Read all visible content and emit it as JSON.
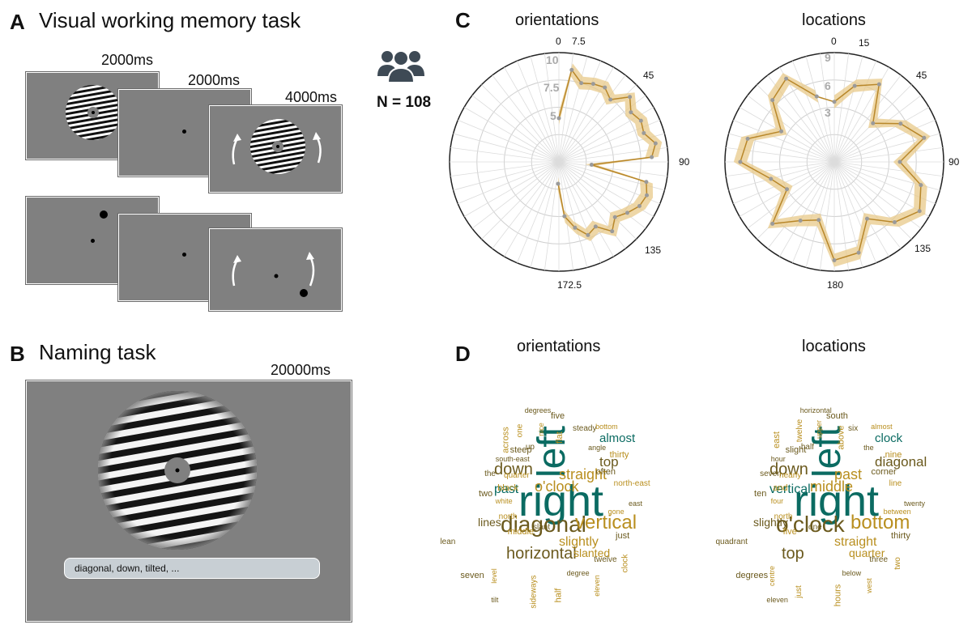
{
  "panel_a": {
    "letter": "A",
    "title": "Visual working memory task",
    "timings": [
      "2000ms",
      "2000ms",
      "4000ms"
    ]
  },
  "participants": {
    "label": "N = 108",
    "icon": "group-of-people-icon"
  },
  "panel_b": {
    "letter": "B",
    "title": "Naming task",
    "timing": "20000ms",
    "response_text": "diagonal, down, tilted, ..."
  },
  "panel_c": {
    "letter": "C",
    "left": {
      "title": "orientations",
      "angle_labels": [
        "0",
        "7.5",
        "45",
        "90",
        "135",
        "172.5"
      ],
      "radial_labels": [
        "10",
        "7.5",
        "5"
      ]
    },
    "right": {
      "title": "locations",
      "angle_labels": [
        "0",
        "15",
        "45",
        "90",
        "135",
        "180"
      ],
      "radial_labels": [
        "9",
        "6",
        "3"
      ]
    }
  },
  "colors": {
    "band": "#e8c98a",
    "line": "#b8872a",
    "point": "#9a9a9a",
    "teal": "#0b6b62",
    "olive": "#6b5a1e",
    "gold": "#b98f1f"
  },
  "panel_d": {
    "letter": "D",
    "left_title": "orientations",
    "right_title": "locations",
    "left_words": [
      "right",
      "left",
      "diagonal",
      "vertical",
      "horizontal",
      "down",
      "straight",
      "o'clock",
      "top",
      "slightly",
      "past",
      "almost",
      "lines",
      "slanted",
      "middle",
      "degrees",
      "clock",
      "two",
      "bottom",
      "slant",
      "across",
      "east",
      "north",
      "five",
      "eleven",
      "the",
      "thirty",
      "tilt",
      "one",
      "just",
      "white",
      "steady",
      "half",
      "south-east",
      "north-east",
      "seven",
      "nice",
      "twelve",
      "black",
      "angle",
      "sideways",
      "steep",
      "gone",
      "lean",
      "flat",
      "degree",
      "quarter",
      "often",
      "level",
      "up"
    ],
    "right_words": [
      "right",
      "left",
      "o'clock",
      "bottom",
      "top",
      "down",
      "past",
      "middle",
      "diagonal",
      "straight",
      "vertical",
      "clock",
      "slightly",
      "quarter",
      "five",
      "horizontal",
      "two",
      "ten",
      "almost",
      "one",
      "east",
      "twenty",
      "north",
      "south",
      "west",
      "seven",
      "nine",
      "eleven",
      "twelve",
      "thirty",
      "four",
      "six",
      "hours",
      "hour",
      "line",
      "degrees",
      "upper",
      "three",
      "and",
      "the",
      "just",
      "slight",
      "between",
      "quadrant",
      "above",
      "below",
      "nearly",
      "corner",
      "centre",
      "half"
    ]
  }
}
